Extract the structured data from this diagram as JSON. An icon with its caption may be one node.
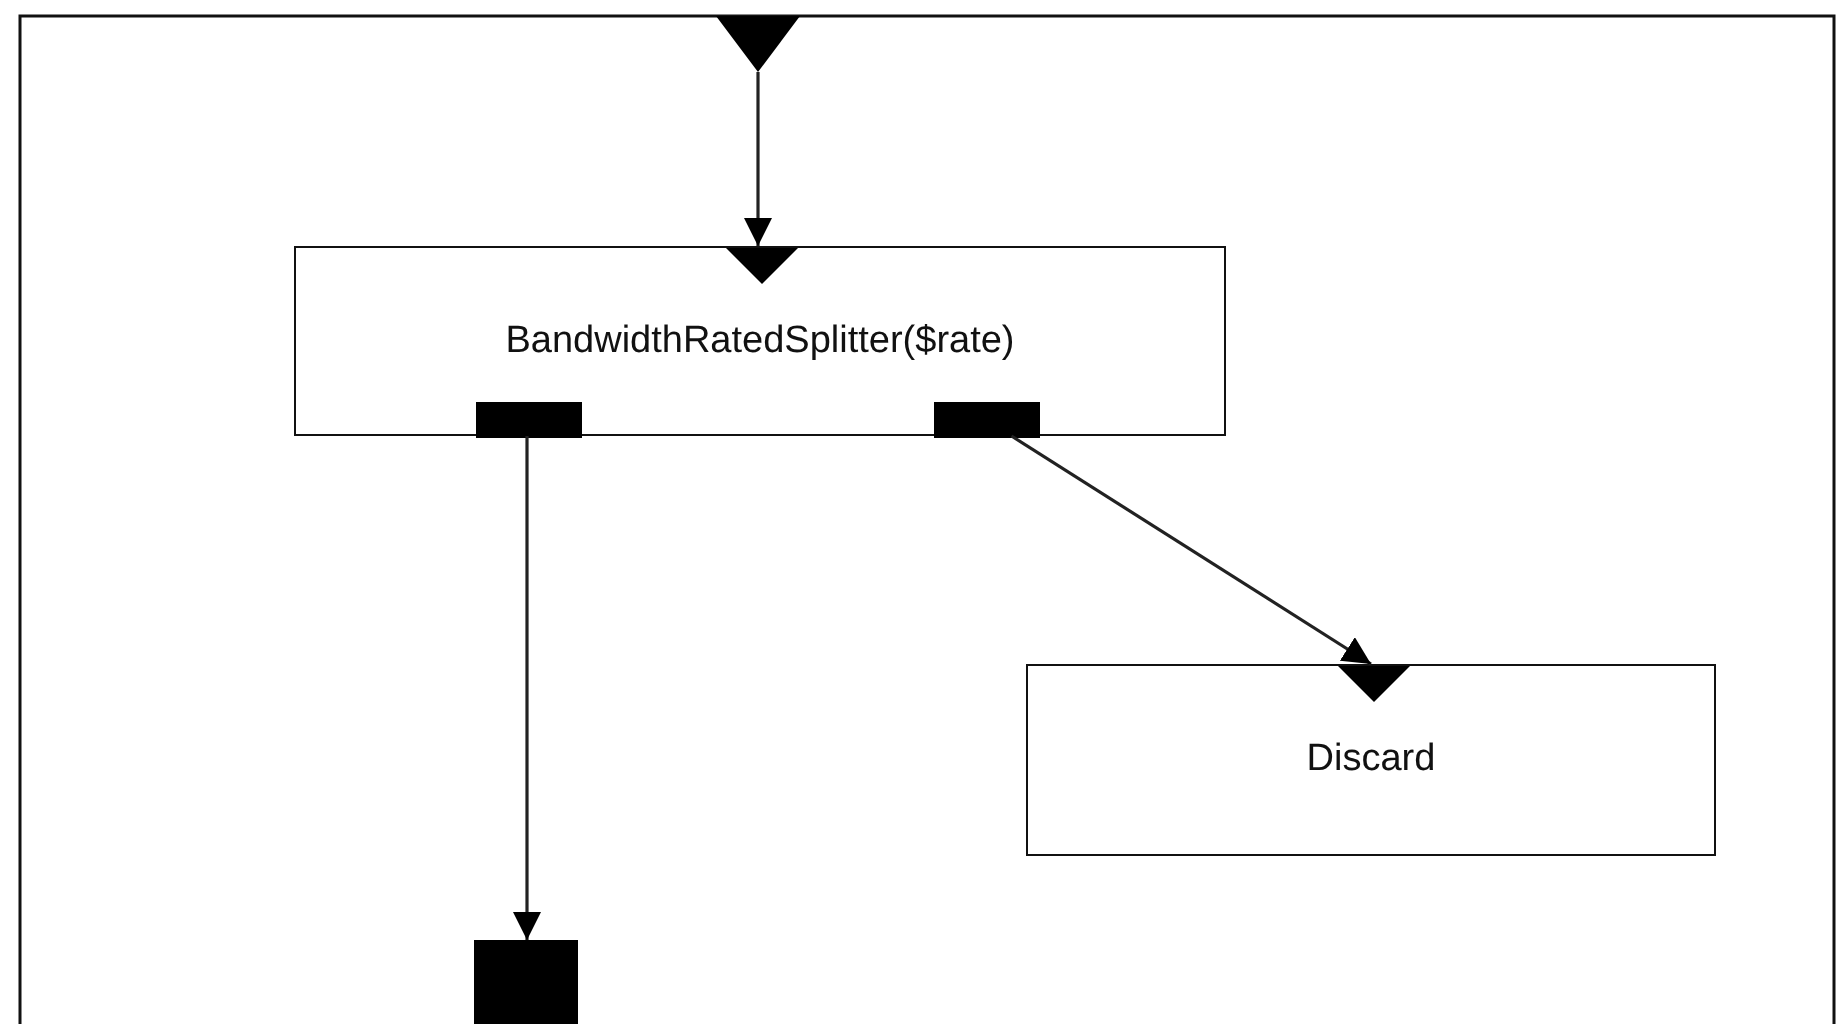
{
  "diagram": {
    "nodes": [
      {
        "text": [],
        "shape": "triangle"
      },
      {
        "text": [
          "BandwidthRatedSplitter($rate)"
        ]
      },
      {
        "text": [
          "Discard"
        ]
      },
      {
        "text": [],
        "shape": "box"
      }
    ],
    "edges": [
      {
        "from": 0,
        "to": 1,
        "arrow": "to"
      },
      {
        "from": 1,
        "to": 3,
        "arrow": "to"
      },
      {
        "from": 1,
        "to": 2,
        "arrow": "to"
      }
    ]
  }
}
